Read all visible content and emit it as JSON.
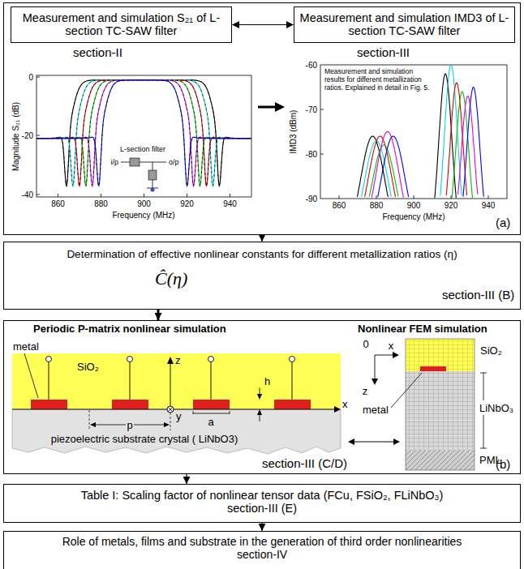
{
  "diagram": {
    "nodes": [
      {
        "text": [
          "(a)"
        ]
      },
      {
        "text": [
          "Measurement and simulation S₂₁ of L-section TC-SAW filter"
        ],
        "in": 0
      },
      {
        "text": [
          "Measurement and simulation IMD3 of L-section TC-SAW filter"
        ],
        "in": 0
      },
      {
        "text": [
          "Determination of effective nonlinear constants for different metallization ratios (η)",
          "Ĉ(η)",
          "section-III (B)"
        ]
      },
      {
        "text": [
          "Periodic P-matrix nonlinear simulation",
          "Nonlinear FEM simulation",
          "section-III (C/D)",
          "(b)"
        ]
      },
      {
        "text": [
          "Table I: Scaling factor of nonlinear tensor data (FCu, FSiO₂, FLiNbO₃)",
          "section-III (E)"
        ]
      },
      {
        "text": [
          "Role of metals, films and substrate in the generation of third order nonlinearities",
          "section-IV"
        ]
      }
    ],
    "edges": [
      {
        "from": 1,
        "to": 2,
        "arrow": "both"
      },
      {
        "from": 0,
        "to": 3,
        "arrow": "to"
      },
      {
        "from": 3,
        "to": 4,
        "arrow": "to"
      },
      {
        "from": 4,
        "to": 5,
        "arrow": "to"
      },
      {
        "from": 5,
        "to": 6,
        "arrow": "to"
      }
    ],
    "labels": [
      "section-II",
      "section-III",
      "Magnitude S₂₁ (dB)",
      "0",
      "-20",
      "-40",
      "860",
      "880",
      "900",
      "920",
      "940",
      "Frequency (MHz)",
      "L-section filter",
      "i/p",
      "o/p",
      "IMD3 (dBm)",
      "-60",
      "-70",
      "-80",
      "-90",
      "860",
      "880",
      "900",
      "920",
      "940",
      "Frequency (MHz)",
      "Measurement and simulation results for different metallization ratios. Explained in detail in Fig. 5.",
      "metal",
      "SiO₂",
      "z",
      "y",
      "x",
      "p",
      "a",
      "h",
      "piezoelectric substrate crystal ( LiNbO3)",
      "0",
      "x",
      "z",
      "SiO₂",
      "metal",
      "LiNbO₃",
      "PML"
    ]
  }
}
